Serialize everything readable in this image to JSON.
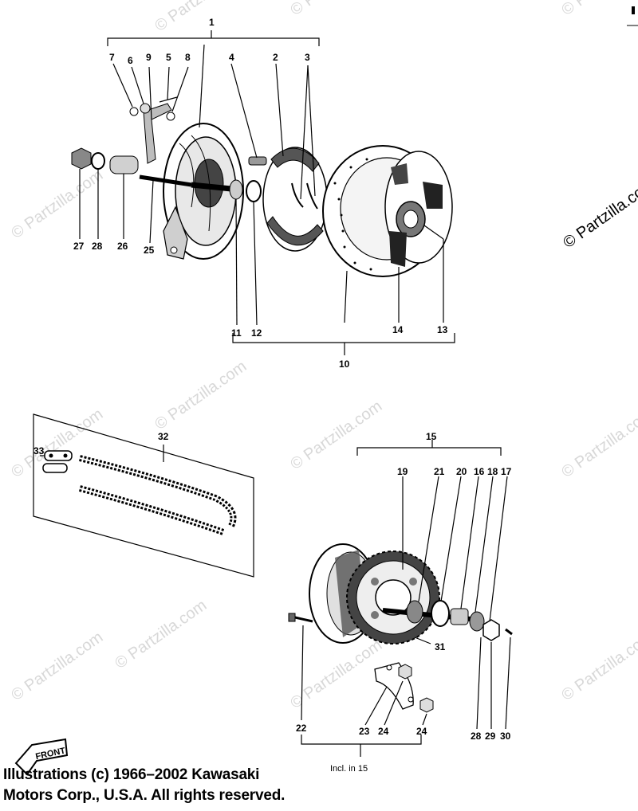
{
  "watermark": "© Partzilla.com",
  "callouts": {
    "c1": "1",
    "c2": "2",
    "c3": "3",
    "c4": "4",
    "c5": "5",
    "c6": "6",
    "c7": "7",
    "c8": "8",
    "c9": "9",
    "c10": "10",
    "c11": "11",
    "c12": "12",
    "c13": "13",
    "c14": "14",
    "c15": "15",
    "c16": "16",
    "c17": "17",
    "c18": "18",
    "c19": "19",
    "c20": "20",
    "c21": "21",
    "c22": "22",
    "c23": "23",
    "c24": "24",
    "c25": "25",
    "c26": "26",
    "c27": "27",
    "c28": "28",
    "c29": "29",
    "c30": "30",
    "c31": "31",
    "c32": "32",
    "c33": "33"
  },
  "incl_note": "Incl. in 15",
  "front_label": "FRONT",
  "copyright": {
    "line1": "Illustrations (c) 1966–2002 Kawasaki",
    "line2": "Motors Corp., U.S.A.  All rights reserved."
  }
}
